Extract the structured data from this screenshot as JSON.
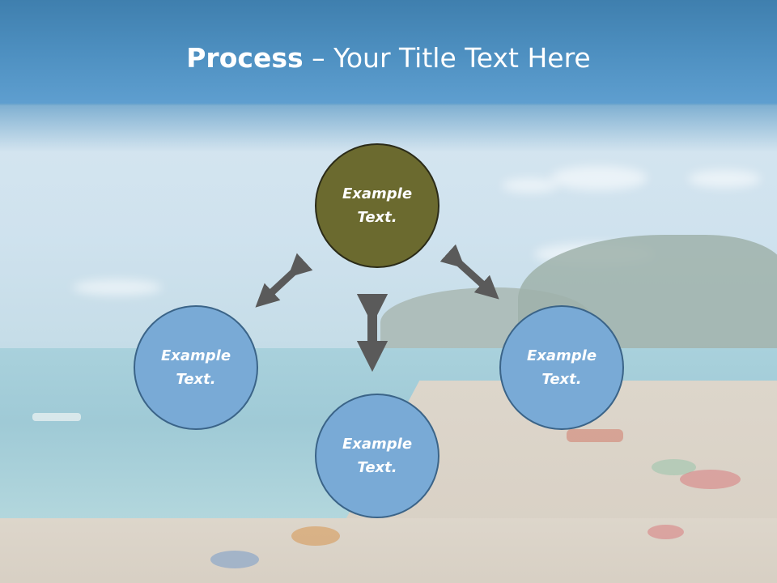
{
  "slide": {
    "title_bold": "Process",
    "title_rest": " – Your Title Text Here"
  },
  "nodes": {
    "center": "Example Text.",
    "left": "Example Text.",
    "right": "Example Text.",
    "bottom": "Example Text."
  },
  "colors": {
    "center_fill": "#6b6a2f",
    "outer_fill": "#79aad6",
    "arrow": "#5a5a5a",
    "header": "#4f91c2"
  }
}
